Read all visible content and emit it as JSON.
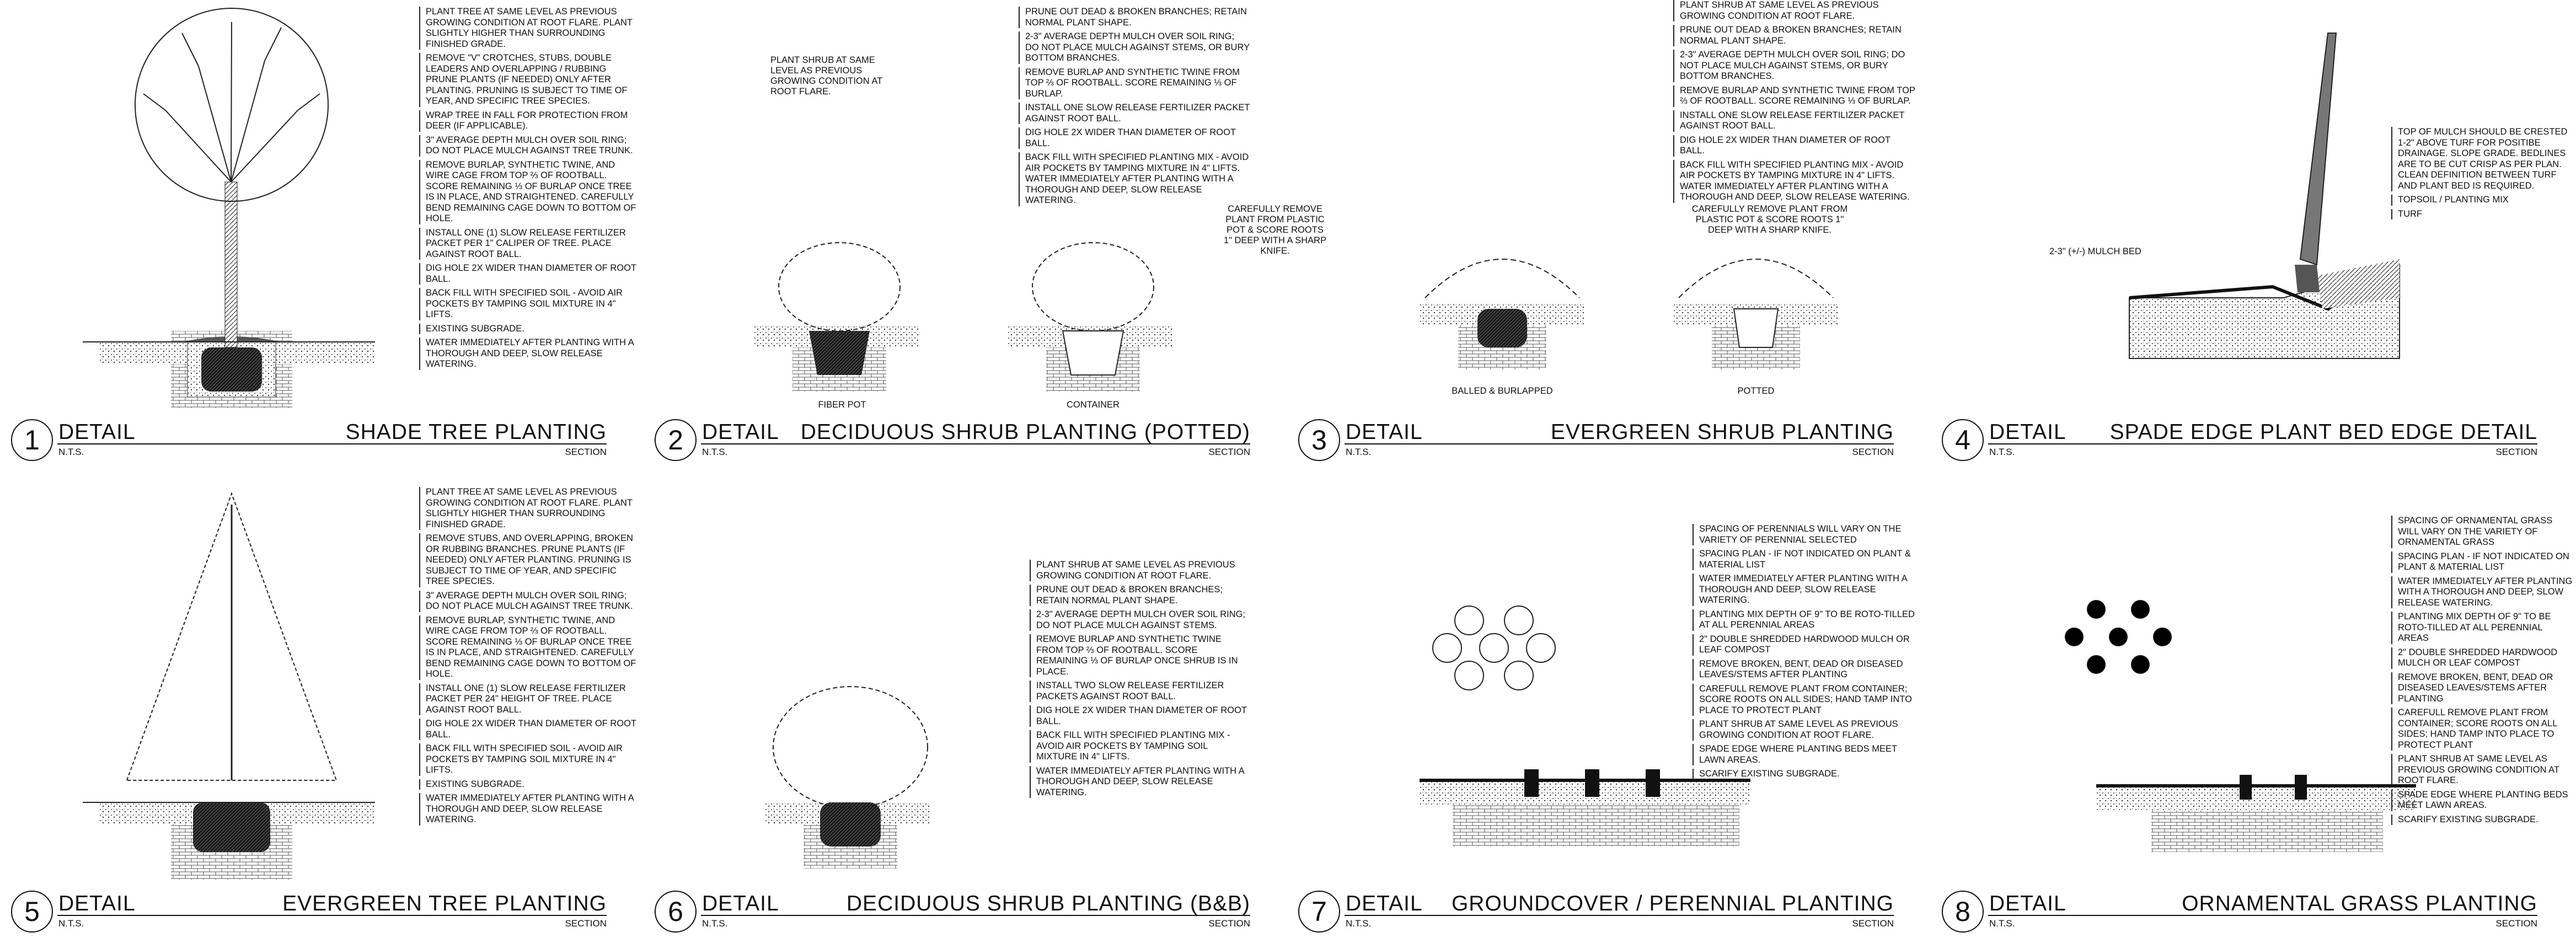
{
  "details": [
    {
      "number": "1",
      "detail_word": "DETAIL",
      "title": "SHADE TREE PLANTING",
      "scale": "N.T.S.",
      "view": "SECTION",
      "notes": [
        "PLANT TREE AT SAME LEVEL AS PREVIOUS GROWING CONDITION AT ROOT FLARE. PLANT SLIGHTLY HIGHER THAN SURROUNDING FINISHED GRADE.",
        "REMOVE \"V\" CROTCHES, STUBS, DOUBLE LEADERS AND OVERLAPPING / RUBBING PRUNE PLANTS (IF NEEDED) ONLY AFTER PLANTING. PRUNING IS SUBJECT TO TIME OF YEAR, AND SPECIFIC TREE SPECIES.",
        "WRAP TREE IN FALL FOR PROTECTION FROM DEER (IF APPLICABLE).",
        "3\" AVERAGE DEPTH MULCH OVER SOIL RING; DO NOT PLACE MULCH AGAINST TREE TRUNK.",
        "REMOVE BURLAP, SYNTHETIC TWINE, AND WIRE CAGE FROM TOP ⅔ OF ROOTBALL. SCORE REMAINING ⅓ OF BURLAP ONCE TREE IS IN PLACE, AND STRAIGHTENED. CAREFULLY BEND REMAINING CAGE DOWN TO BOTTOM OF HOLE.",
        "INSTALL ONE (1) SLOW RELEASE FERTILIZER PACKET PER 1\" CALIPER OF TREE. PLACE AGAINST ROOT BALL.",
        "DIG HOLE 2X WIDER THAN DIAMETER OF ROOT BALL.",
        "BACK FILL WITH SPECIFIED SOIL - AVOID AIR POCKETS BY TAMPING SOIL MIXTURE IN 4\" LIFTS.",
        "EXISTING SUBGRADE.",
        "WATER IMMEDIATELY AFTER PLANTING WITH A THOROUGH AND DEEP, SLOW RELEASE WATERING."
      ],
      "labels": []
    },
    {
      "number": "2",
      "detail_word": "DETAIL",
      "title": "DECIDUOUS SHRUB PLANTING (POTTED)",
      "scale": "N.T.S.",
      "view": "SECTION",
      "notes": [
        "PRUNE OUT DEAD & BROKEN BRANCHES; RETAIN NORMAL PLANT SHAPE.",
        "2-3\" AVERAGE DEPTH MULCH OVER SOIL RING; DO NOT PLACE MULCH AGAINST STEMS, OR BURY BOTTOM BRANCHES.",
        "REMOVE BURLAP AND SYNTHETIC TWINE FROM TOP ⅔ OF ROOTBALL. SCORE REMAINING ⅓ OF BURLAP.",
        "INSTALL ONE SLOW RELEASE FERTILIZER PACKET AGAINST ROOT BALL.",
        "DIG HOLE 2X WIDER THAN DIAMETER OF ROOT BALL.",
        "BACK FILL WITH SPECIFIED PLANTING MIX - AVOID AIR POCKETS BY TAMPING MIXTURE IN 4\" LIFTS. WATER IMMEDIATELY AFTER PLANTING WITH A THOROUGH AND DEEP, SLOW RELEASE WATERING."
      ],
      "labels": [
        "PLANT SHRUB AT SAME LEVEL AS PREVIOUS GROWING CONDITION AT ROOT FLARE.",
        "CAREFULLY REMOVE PLANT FROM PLASTIC POT & SCORE ROOTS 1\" DEEP WITH A SHARP KNIFE.",
        "FIBER POT",
        "CONTAINER"
      ]
    },
    {
      "number": "3",
      "detail_word": "DETAIL",
      "title": "EVERGREEN SHRUB PLANTING",
      "scale": "N.T.S.",
      "view": "SECTION",
      "notes": [
        "PLANT SHRUB AT SAME LEVEL AS PREVIOUS GROWING CONDITION AT ROOT FLARE.",
        "PRUNE OUT DEAD & BROKEN BRANCHES; RETAIN NORMAL PLANT SHAPE.",
        "2-3\" AVERAGE DEPTH MULCH OVER SOIL RING; DO NOT PLACE MULCH AGAINST STEMS, OR BURY BOTTOM BRANCHES.",
        "REMOVE BURLAP AND SYNTHETIC TWINE FROM TOP ⅔ OF ROOTBALL. SCORE REMAINING ⅓ OF BURLAP.",
        "INSTALL ONE SLOW RELEASE FERTILIZER PACKET AGAINST ROOT BALL.",
        "DIG HOLE 2X WIDER THAN DIAMETER OF ROOT BALL.",
        "BACK FILL WITH SPECIFIED PLANTING MIX - AVOID AIR POCKETS BY TAMPING MIXTURE IN 4\" LIFTS. WATER IMMEDIATELY AFTER PLANTING WITH A THOROUGH AND DEEP, SLOW RELEASE WATERING."
      ],
      "labels": [
        "CAREFULLY REMOVE PLANT FROM PLASTIC POT & SCORE ROOTS 1\" DEEP WITH A SHARP KNIFE.",
        "BALLED & BURLAPPED",
        "POTTED"
      ]
    },
    {
      "number": "4",
      "detail_word": "DETAIL",
      "title": "SPADE EDGE PLANT BED EDGE DETAIL",
      "scale": "N.T.S.",
      "view": "SECTION",
      "notes": [
        "TOP OF MULCH SHOULD BE CRESTED 1-2\" ABOVE TURF FOR POSITIBE DRAINAGE. SLOPE GRADE. BEDLINES ARE TO BE CUT CRISP AS PER PLAN. CLEAN DEFINITION BETWEEN TURF AND PLANT BED IS REQUIRED.",
        "TOPSOIL / PLANTING MIX",
        "TURF"
      ],
      "labels": [
        "2-3\" (+/-) MULCH BED"
      ]
    },
    {
      "number": "5",
      "detail_word": "DETAIL",
      "title": "EVERGREEN TREE PLANTING",
      "scale": "N.T.S.",
      "view": "SECTION",
      "notes": [
        "PLANT TREE AT SAME LEVEL AS PREVIOUS GROWING CONDITION AT ROOT FLARE. PLANT SLIGHTLY HIGHER THAN SURROUNDING FINISHED GRADE.",
        "REMOVE STUBS, AND OVERLAPPING, BROKEN OR RUBBING BRANCHES. PRUNE PLANTS (IF NEEDED) ONLY AFTER PLANTING. PRUNING IS SUBJECT TO TIME OF YEAR, AND SPECIFIC TREE SPECIES.",
        "3\" AVERAGE DEPTH MULCH OVER SOIL RING; DO NOT PLACE MULCH AGAINST TREE TRUNK.",
        "REMOVE BURLAP, SYNTHETIC TWINE, AND WIRE CAGE FROM TOP ⅔ OF ROOTBALL. SCORE REMAINING ⅓ OF BURLAP ONCE TREE IS IN PLACE, AND STRAIGHTENED. CAREFULLY BEND REMAINING CAGE DOWN TO BOTTOM OF HOLE.",
        "INSTALL ONE (1) SLOW RELEASE FERTILIZER PACKET PER 24\" HEIGHT OF TREE. PLACE AGAINST ROOT BALL.",
        "DIG HOLE 2X WIDER THAN DIAMETER OF ROOT BALL.",
        "BACK FILL WITH SPECIFIED SOIL - AVOID AIR POCKETS BY TAMPING SOIL MIXTURE IN 4\" LIFTS.",
        "EXISTING SUBGRADE.",
        "WATER IMMEDIATELY AFTER PLANTING WITH A THOROUGH AND DEEP, SLOW RELEASE WATERING."
      ],
      "labels": []
    },
    {
      "number": "6",
      "detail_word": "DETAIL",
      "title": "DECIDUOUS SHRUB PLANTING (B&B)",
      "scale": "N.T.S.",
      "view": "SECTION",
      "notes": [
        "PLANT SHRUB AT SAME LEVEL AS PREVIOUS GROWING CONDITION AT ROOT FLARE.",
        "PRUNE OUT DEAD & BROKEN BRANCHES; RETAIN NORMAL PLANT SHAPE.",
        "2-3\" AVERAGE DEPTH MULCH OVER SOIL RING; DO NOT PLACE MULCH AGAINST STEMS.",
        "REMOVE BURLAP AND SYNTHETIC TWINE FROM TOP ⅔ OF ROOTBALL. SCORE REMAINING ⅓ OF BURLAP ONCE SHRUB IS IN PLACE.",
        "INSTALL TWO SLOW RELEASE FERTILIZER PACKETS AGAINST ROOT BALL.",
        "DIG HOLE 2X WIDER THAN DIAMETER OF ROOT BALL.",
        "BACK FILL WITH SPECIFIED PLANTING MIX - AVOID AIR POCKETS BY TAMPING SOIL MIXTURE IN 4\" LIFTS.",
        "WATER IMMEDIATELY AFTER PLANTING WITH A THOROUGH AND DEEP, SLOW RELEASE WATERING."
      ],
      "labels": []
    },
    {
      "number": "7",
      "detail_word": "DETAIL",
      "title": "GROUNDCOVER / PERENNIAL PLANTING",
      "scale": "N.T.S.",
      "view": "SECTION",
      "notes": [
        "SPACING OF PERENNIALS WILL VARY ON THE VARIETY OF PERENNIAL SELECTED",
        "SPACING PLAN - IF NOT INDICATED ON PLANT & MATERIAL LIST",
        "WATER IMMEDIATELY AFTER PLANTING WITH A THOROUGH AND DEEP, SLOW RELEASE WATERING.",
        "PLANTING MIX DEPTH OF 9\" TO BE ROTO-TILLED AT ALL PERENNIAL AREAS",
        "2\" DOUBLE SHREDDED HARDWOOD MULCH OR LEAF COMPOST",
        "REMOVE BROKEN, BENT, DEAD OR DISEASED LEAVES/STEMS AFTER PLANTING",
        "CAREFULL REMOVE PLANT FROM CONTAINER; SCORE ROOTS ON ALL SIDES; HAND TAMP INTO PLACE TO PROTECT PLANT",
        "PLANT SHRUB AT SAME LEVEL AS PREVIOUS GROWING CONDITION AT ROOT FLARE.",
        "SPADE EDGE WHERE PLANTING BEDS MEET LAWN AREAS.",
        "SCARIFY EXISTING SUBGRADE."
      ],
      "labels": []
    },
    {
      "number": "8",
      "detail_word": "DETAIL",
      "title": "ORNAMENTAL GRASS PLANTING",
      "scale": "N.T.S.",
      "view": "SECTION",
      "notes": [
        "SPACING OF ORNAMENTAL GRASS WILL VARY ON THE VARIETY OF ORNAMENTAL GRASS",
        "SPACING PLAN - IF NOT INDICATED ON PLANT & MATERIAL LIST",
        "WATER IMMEDIATELY AFTER PLANTING WITH A THOROUGH AND DEEP, SLOW RELEASE WATERING.",
        "PLANTING MIX DEPTH OF 9\" TO BE ROTO-TILLED AT ALL PERENNIAL AREAS",
        "2\" DOUBLE SHREDDED HARDWOOD MULCH OR LEAF COMPOST",
        "REMOVE BROKEN, BENT, DEAD OR DISEASED LEAVES/STEMS AFTER PLANTING",
        "CAREFULL REMOVE PLANT FROM CONTAINER; SCORE ROOTS ON ALL SIDES; HAND TAMP INTO PLACE TO PROTECT PLANT",
        "PLANT SHRUB AT SAME LEVEL AS PREVIOUS GROWING CONDITION AT ROOT FLARE.",
        "SPADE EDGE WHERE PLANTING BEDS MEET LAWN AREAS.",
        "SCARIFY EXISTING SUBGRADE."
      ],
      "labels": []
    }
  ]
}
